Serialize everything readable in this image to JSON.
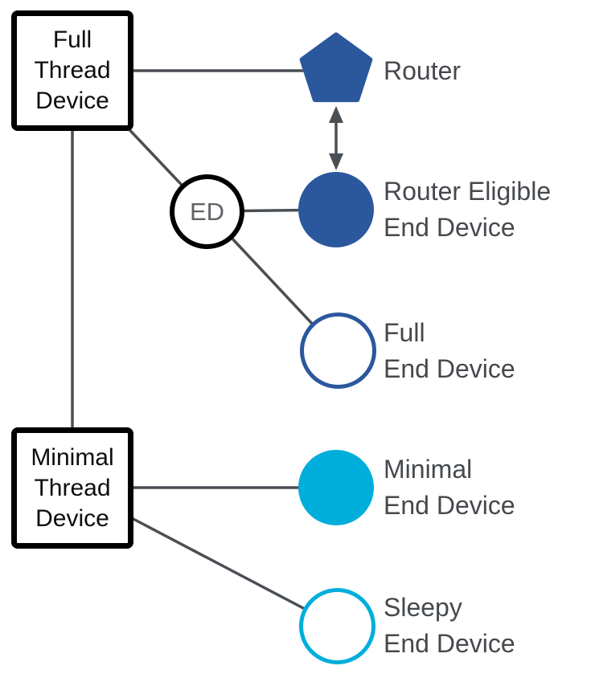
{
  "colors": {
    "blue": "#2b579d",
    "cyan": "#00aedb",
    "connector_gray": "#4a4f54",
    "label_gray": "#45494d",
    "outline_black": "#000000",
    "background": "#ffffff"
  },
  "nodes": {
    "full_thread_device": {
      "lines": [
        "Full",
        "Thread",
        "Device"
      ],
      "shape": "black-outlined-square"
    },
    "minimal_thread_device": {
      "lines": [
        "Minimal",
        "Thread",
        "Device"
      ],
      "shape": "black-outlined-square"
    },
    "ed_badge": {
      "label": "ED",
      "shape": "black-outlined-circle"
    },
    "router": {
      "label": "Router",
      "shape": "blue-filled-pentagon"
    },
    "router_eligible_end_device": {
      "lines": [
        "Router Eligible",
        "End Device"
      ],
      "shape": "blue-filled-circle"
    },
    "full_end_device": {
      "lines": [
        "Full",
        "End Device"
      ],
      "shape": "blue-outlined-circle"
    },
    "minimal_end_device": {
      "lines": [
        "Minimal",
        "End Device"
      ],
      "shape": "cyan-filled-circle"
    },
    "sleepy_end_device": {
      "lines": [
        "Sleepy",
        "End Device"
      ],
      "shape": "cyan-outlined-circle"
    }
  },
  "edges": [
    {
      "from": "full-thread-device",
      "to": "router",
      "style": "line"
    },
    {
      "from": "full-thread-device",
      "to": "minimal-thread-device",
      "style": "line"
    },
    {
      "from": "full-thread-device",
      "to": "ed-badge",
      "style": "line"
    },
    {
      "from": "ed-badge",
      "to": "router-eligible-end-device",
      "style": "line"
    },
    {
      "from": "ed-badge",
      "to": "full-end-device",
      "style": "line"
    },
    {
      "from": "router",
      "to": "router-eligible-end-device",
      "style": "double-headed-arrow"
    },
    {
      "from": "minimal-thread-device",
      "to": "minimal-end-device",
      "style": "line"
    },
    {
      "from": "minimal-thread-device",
      "to": "sleepy-end-device",
      "style": "line"
    }
  ]
}
